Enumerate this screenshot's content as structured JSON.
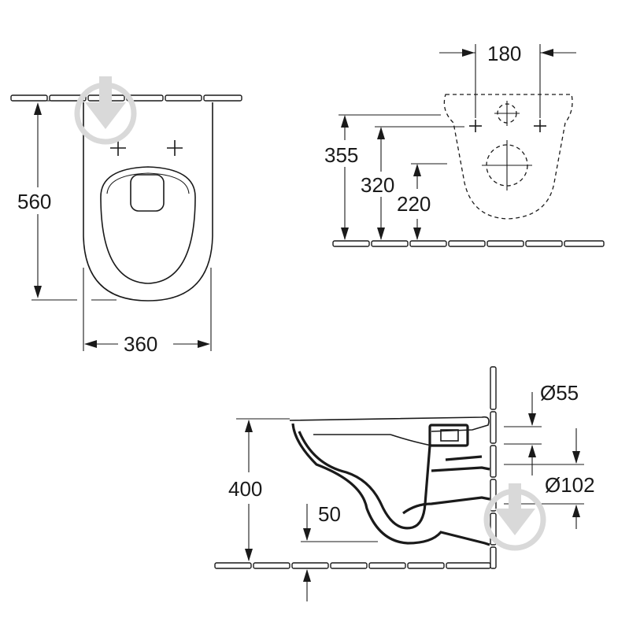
{
  "dimensions": {
    "top_view": {
      "length": "560",
      "width": "360"
    },
    "rear_view": {
      "bolt_spacing": "180",
      "bolt_height": "355",
      "drain_height": "320",
      "inlet_height": "220"
    },
    "side_view": {
      "rim_height": "400",
      "water_depth": "50",
      "inlet_diameter": "Ø55",
      "outlet_diameter": "Ø102"
    }
  },
  "colors": {
    "line": "#1a1a1a",
    "watermark": "#d9d9d9",
    "background": "#ffffff"
  },
  "watermark_icon": "drop-down-arrow-icon"
}
